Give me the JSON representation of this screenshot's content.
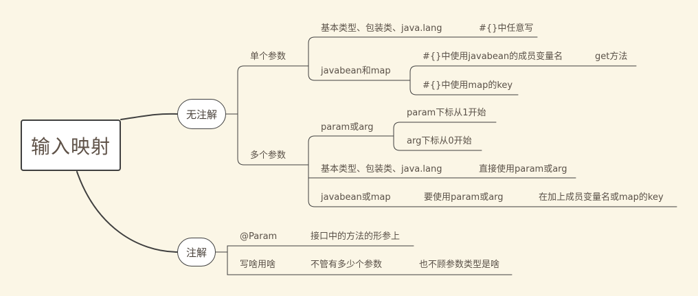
{
  "root": {
    "label": "输入映射"
  },
  "branches": {
    "no_annotation": {
      "label": "无注解",
      "single_param": {
        "label": "单个参数",
        "basic_types": {
          "label": "基本类型、包装类、java.lang",
          "note": "#{}中任意写"
        },
        "javabean_map": {
          "label": "javabean和map",
          "member_name": {
            "label": "#{}中使用javabean的成员变量名",
            "note": "get方法"
          },
          "map_key": {
            "label": "#{}中使用map的key"
          }
        }
      },
      "multi_param": {
        "label": "多个参数",
        "param_or_arg": {
          "label": "param或arg",
          "param_index": "param下标从1开始",
          "arg_index": "arg下标从0开始"
        },
        "basic_types": {
          "label": "基本类型、包装类、java.lang",
          "note": "直接使用param或arg"
        },
        "javabean_map": {
          "label": "javabean或map",
          "note1": "要使用param或arg",
          "note2": "在加上成员变量名或map的key"
        }
      }
    },
    "annotation": {
      "label": "注解",
      "param_item": {
        "label": "@Param",
        "note": "接口中的方法的形参上"
      },
      "write_any": {
        "label": "写啥用啥",
        "note1": "不管有多少个参数",
        "note2": "也不顾参数类型是啥"
      }
    }
  },
  "colors": {
    "background": "#fbf6e6",
    "line": "#3f3f3f",
    "text": "#5a5148"
  }
}
